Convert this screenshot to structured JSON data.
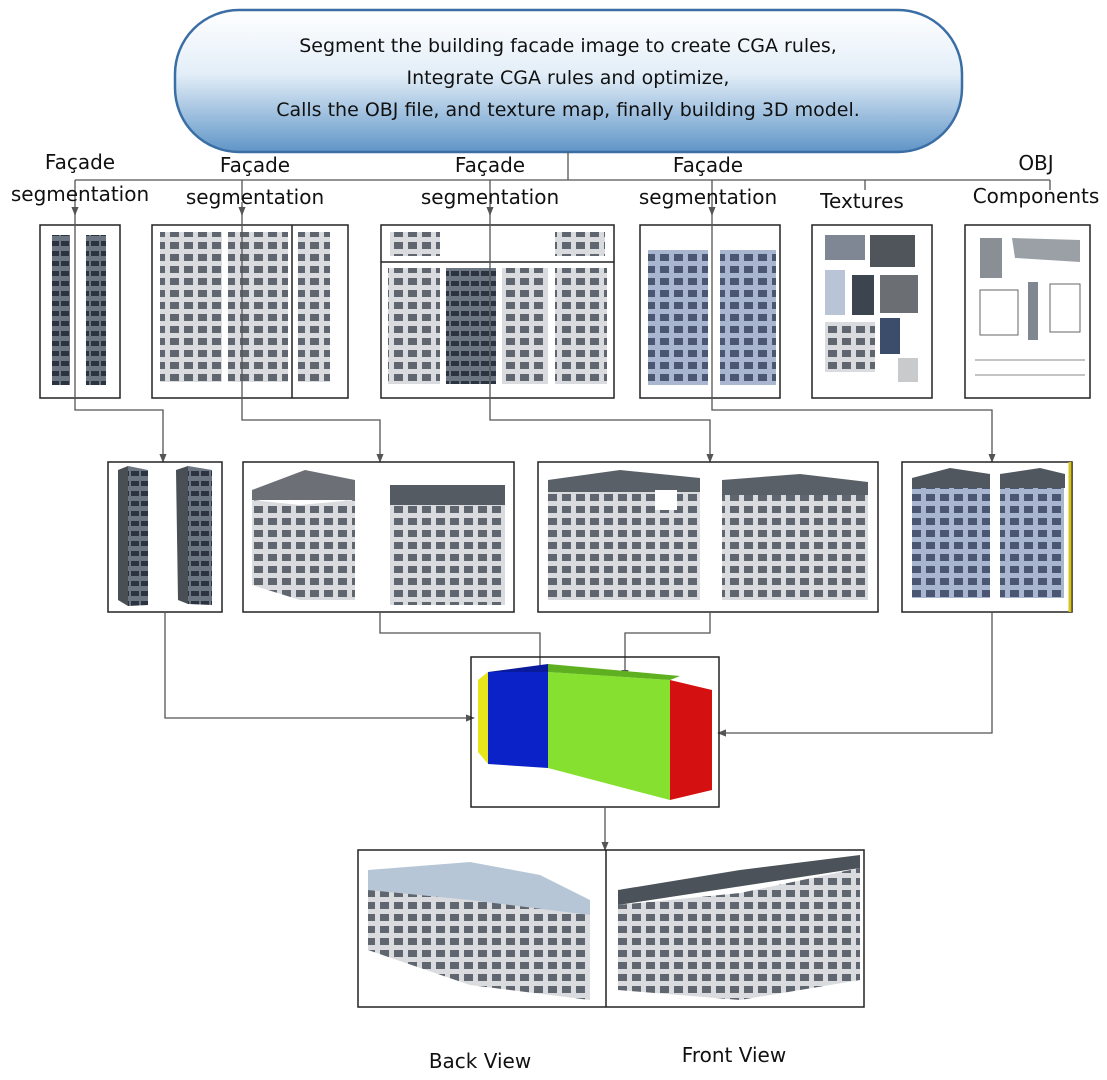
{
  "header": {
    "line1": "Segment the building facade image to create CGA rules,",
    "line2": "Integrate CGA rules and optimize,",
    "line3": "Calls the OBJ file, and texture map, finally  building 3D model."
  },
  "categories": [
    {
      "line1": "Façade",
      "line2": "segmentation"
    },
    {
      "line1": "Façade",
      "line2": "segmentation"
    },
    {
      "line1": "Façade",
      "line2": "segmentation"
    },
    {
      "line1": "Façade",
      "line2": "segmentation"
    },
    {
      "line1": "Textures",
      "line2": ""
    },
    {
      "line1": "OBJ",
      "line2": "Components"
    }
  ],
  "views": {
    "back": "Back View",
    "front": "Front View"
  },
  "colors": {
    "header_fill_top": "#ffffff",
    "header_fill_bottom": "#5f95c7",
    "header_border": "#3a6ea5",
    "block_yellow": "#e8e61a",
    "block_blue": "#0a22c8",
    "block_green": "#86e030",
    "block_red": "#d41010"
  }
}
